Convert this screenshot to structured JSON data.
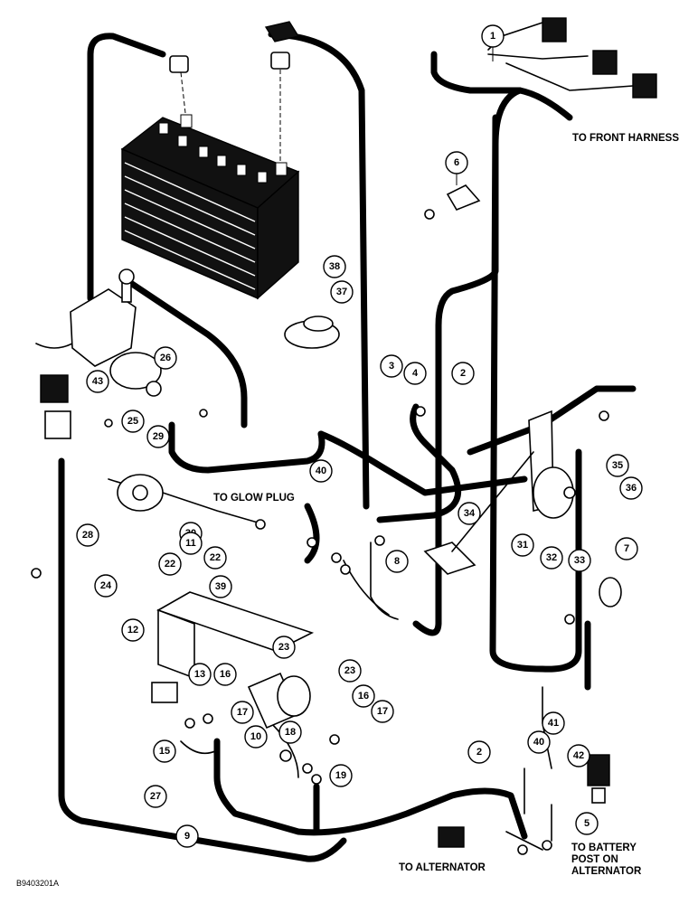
{
  "labels": {
    "front_harness": "TO FRONT HARNESS",
    "glow_plug": "TO GLOW PLUG",
    "alternator": "TO ALTERNATOR",
    "battery_post_1": "TO BATTERY",
    "battery_post_2": "POST ON",
    "battery_post_3": "ALTERNATOR",
    "figure_id": "B9403201A"
  },
  "callouts": [
    "1",
    "2",
    "3",
    "4",
    "2",
    "6",
    "37",
    "38",
    "43",
    "26",
    "25",
    "29",
    "40",
    "35",
    "36",
    "34",
    "31",
    "32",
    "33",
    "7",
    "8",
    "28",
    "30",
    "11",
    "22",
    "22",
    "39",
    "24",
    "12",
    "23",
    "13",
    "16",
    "23",
    "16",
    "17",
    "10",
    "18",
    "17",
    "19",
    "15",
    "9",
    "27",
    "2",
    "40",
    "41",
    "42",
    "5"
  ]
}
